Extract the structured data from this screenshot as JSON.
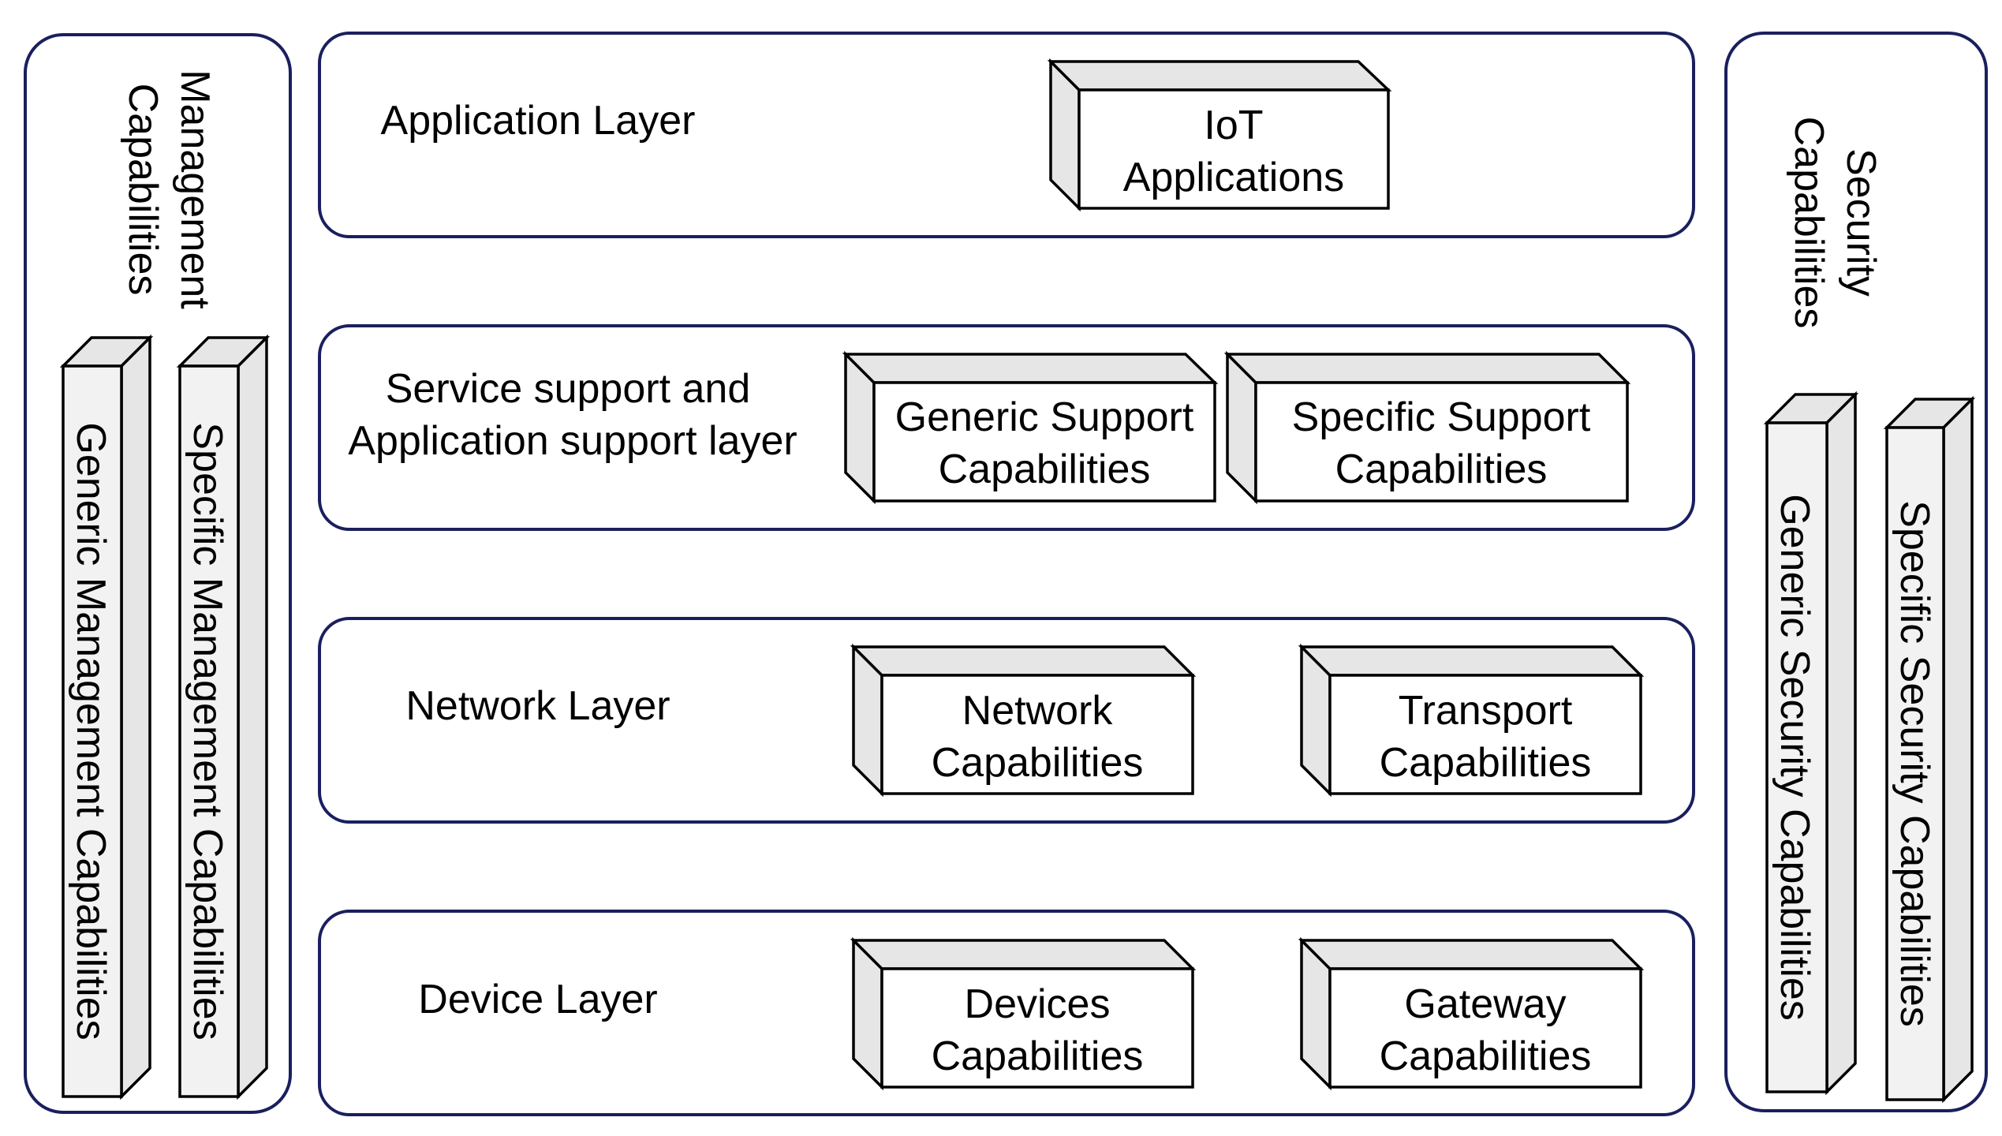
{
  "management": {
    "title": [
      "Management",
      "Capabilities"
    ],
    "generic": "Generic Management Capabilities",
    "specific": "Specific Management Capabilities"
  },
  "security": {
    "title": [
      "Security",
      "Capabilities"
    ],
    "generic": "Generic Security Capabilities",
    "specific": "Specific Security Capabilities"
  },
  "layers": {
    "application": {
      "title": [
        "Application Layer"
      ],
      "boxes": [
        [
          "IoT",
          "Applications"
        ]
      ]
    },
    "service": {
      "title": [
        "Service support and",
        "Application support layer"
      ],
      "boxes": [
        [
          "Generic Support",
          "Capabilities"
        ],
        [
          "Specific Support",
          "Capabilities"
        ]
      ]
    },
    "network": {
      "title": [
        "Network Layer"
      ],
      "boxes": [
        [
          "Network",
          "Capabilities"
        ],
        [
          "Transport",
          "Capabilities"
        ]
      ]
    },
    "device": {
      "title": [
        "Device Layer"
      ],
      "boxes": [
        [
          "Devices",
          "Capabilities"
        ],
        [
          "Gateway",
          "Capabilities"
        ]
      ]
    }
  },
  "colors": {
    "panel_border": "#1a1f5e",
    "box_side": "#e6e6e6",
    "box_border": "#000000"
  }
}
